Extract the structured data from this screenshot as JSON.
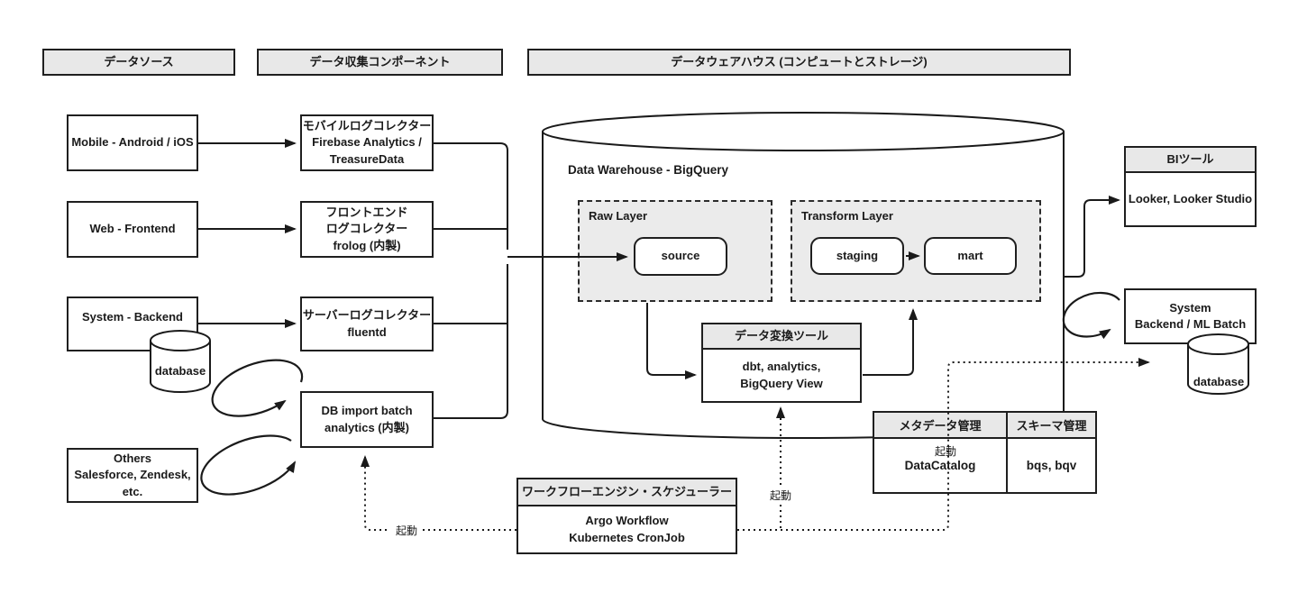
{
  "headers": {
    "data_sources": "データソース",
    "collectors": "データ収集コンポーネント",
    "warehouse": "データウェアハウス (コンピュートとストレージ)"
  },
  "sources": {
    "mobile": "Mobile - Android / iOS",
    "web": "Web - Frontend",
    "system": "System - Backend",
    "database_label": "database",
    "others": "Others\nSalesforce, Zendesk,\netc."
  },
  "collectors": {
    "mobile": "モバイルログコレクター\nFirebase Analytics /\nTreasureData",
    "frontend": "フロントエンド\nログコレクター\nfrolog (内製)",
    "server": "サーバーログコレクター\nfluentd",
    "db_import": "DB import batch\nanalytics (内製)"
  },
  "warehouse": {
    "title": "Data Warehouse - BigQuery",
    "raw_layer": {
      "label": "Raw Layer",
      "source": "source"
    },
    "transform_layer": {
      "label": "Transform Layer",
      "staging": "staging",
      "mart": "mart"
    },
    "transform_tool": {
      "header": "データ変換ツール",
      "body": "dbt, analytics,\nBigQuery View"
    }
  },
  "outputs": {
    "bi": {
      "header": "BIツール",
      "body": "Looker, Looker Studio"
    },
    "system_backend": "System\nBackend / ML Batch",
    "database_label": "database"
  },
  "workflow": {
    "header": "ワークフローエンジン・スケジューラー",
    "body": "Argo Workflow\nKubernetes CronJob"
  },
  "management": {
    "metadata": {
      "header": "メタデータ管理",
      "body": "DataCatalog"
    },
    "schema": {
      "header": "スキーマ管理",
      "body": "bqs, bqv"
    }
  },
  "labels": {
    "trigger": "起動"
  },
  "colors": {
    "line": "#1a1a1a",
    "border": "#1f1f1f",
    "header_fill": "#e8e8e8",
    "layer_fill": "#ebebeb",
    "background": "#ffffff"
  }
}
